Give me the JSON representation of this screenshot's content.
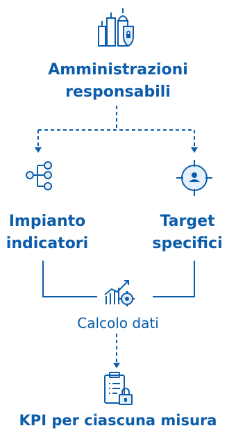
{
  "nodes": {
    "top": {
      "line1": "Amministrazioni",
      "line2": "responsabili",
      "icon": "city-shield-icon"
    },
    "left": {
      "line1": "Impianto",
      "line2": "indicatori",
      "icon": "hierarchy-icon"
    },
    "right": {
      "line1": "Target",
      "line2": "specifici",
      "icon": "target-person-icon"
    },
    "middle": {
      "label": "Calcolo dati",
      "icon": "chart-gear-icon"
    },
    "bottom": {
      "label": "KPI per ciascuna misura",
      "icon": "document-lock-icon"
    }
  },
  "colors": {
    "primary": "#0b5cab",
    "accent": "#e6f0fb"
  }
}
